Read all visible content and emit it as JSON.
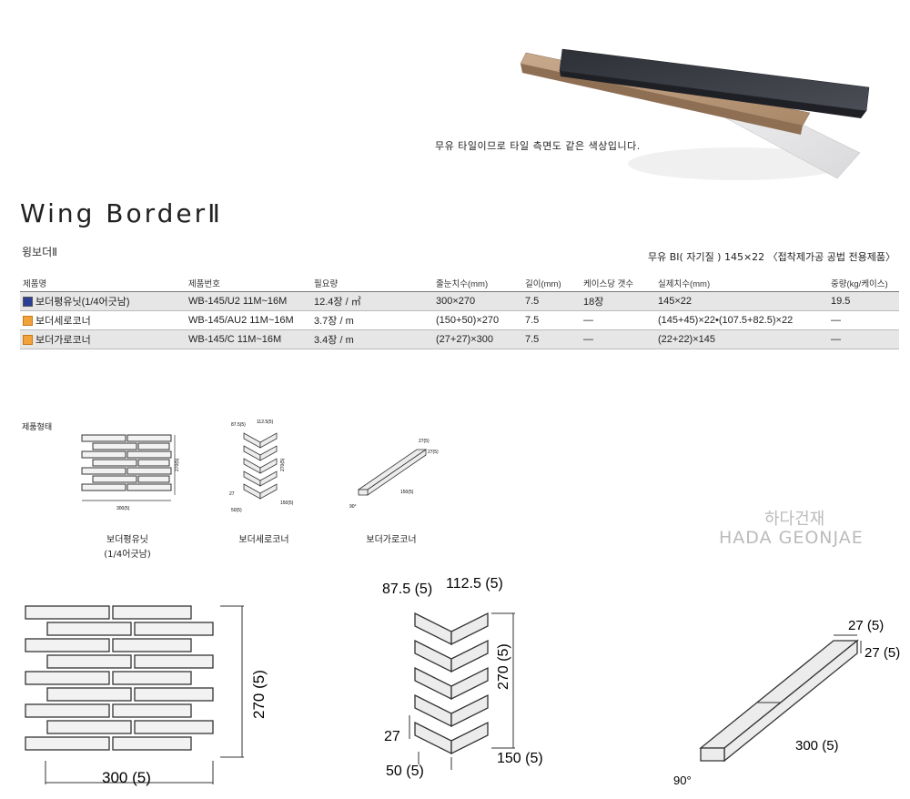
{
  "hero": {
    "caption": "무유 타일이므로 타일 측면도 같은 색상입니다."
  },
  "product": {
    "title": "Wing BorderⅡ",
    "subtitle": "윙보더Ⅱ",
    "spec_line": "무유 BⅠ( 자기질 )   145×22   〈접착제가공 공법 전용제품〉"
  },
  "table": {
    "headers": [
      "제품명",
      "제품번호",
      "필요량",
      "줄눈치수(mm)",
      "길이(mm)",
      "케이스당 갯수",
      "실제치수(mm)",
      "중량(kg/케이스)"
    ],
    "rows": [
      {
        "name": "보더평유닛(1/4어긋남)",
        "code": "WB-145/U2   11M~16M",
        "qty": "12.4장 / ㎡",
        "joint": "300×270",
        "length": "7.5",
        "per_case": "18장",
        "actual": "145×22",
        "weight": "19.5"
      },
      {
        "name": "보더세로코너",
        "code": "WB-145/AU2 11M~16M",
        "qty": "3.7장 / m",
        "joint": "(150+50)×270",
        "length": "7.5",
        "per_case": "—",
        "actual": "(145+45)×22•(107.5+82.5)×22",
        "weight": "—"
      },
      {
        "name": "보더가로코너",
        "code": "WB-145/C     11M~16M",
        "qty": "3.4장 / m",
        "joint": "(27+27)×300",
        "length": "7.5",
        "per_case": "—",
        "actual": "(22+22)×145",
        "weight": "—"
      }
    ]
  },
  "shapes": {
    "heading": "제품형태",
    "flat_label": "보더평유닛",
    "flat_sublabel": "(1/4어긋남)",
    "vertical_label": "보더세로코너",
    "horizontal_label": "보더가로코너",
    "small_dims": {
      "flat_w": "300(5)",
      "flat_h": "270(5)",
      "v_a": "87.5(5)",
      "v_b": "112.5(5)",
      "v_h": "270(5)",
      "v_c": "27",
      "v_d": "50(5)",
      "v_e": "150(5)",
      "h_a": "27(5)",
      "h_b": "27(5)",
      "h_len": "150(5)",
      "h_ang": "90°"
    }
  },
  "large_dims": {
    "flat_w": "300 (5)",
    "flat_h": "270 (5)",
    "v_a": "87.5 (5)",
    "v_b": "112.5 (5)",
    "v_h": "270 (5)",
    "v_c": "27",
    "v_d": "50 (5)",
    "v_e": "150 (5)",
    "h_a": "27 (5)",
    "h_b": "27 (5)",
    "h_len": "300 (5)",
    "h_ang": "90°"
  },
  "watermark": {
    "ko": "하다건재",
    "en": "HADA GEONJAE"
  }
}
